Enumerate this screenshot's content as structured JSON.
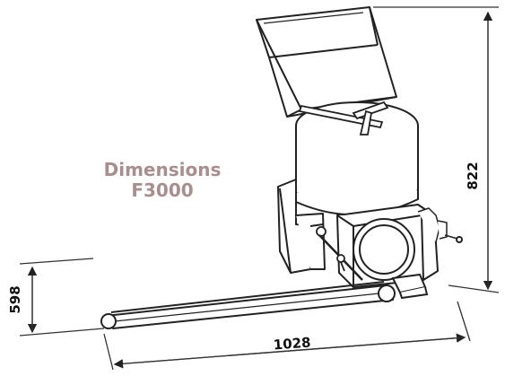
{
  "title": {
    "line1": "Dimensions",
    "line2": "F3000"
  },
  "dimensions": {
    "height": "822",
    "depth": "598",
    "length": "1028"
  },
  "colors": {
    "title": "#a88f8d",
    "line": "#222222",
    "dimension": "#333333"
  }
}
